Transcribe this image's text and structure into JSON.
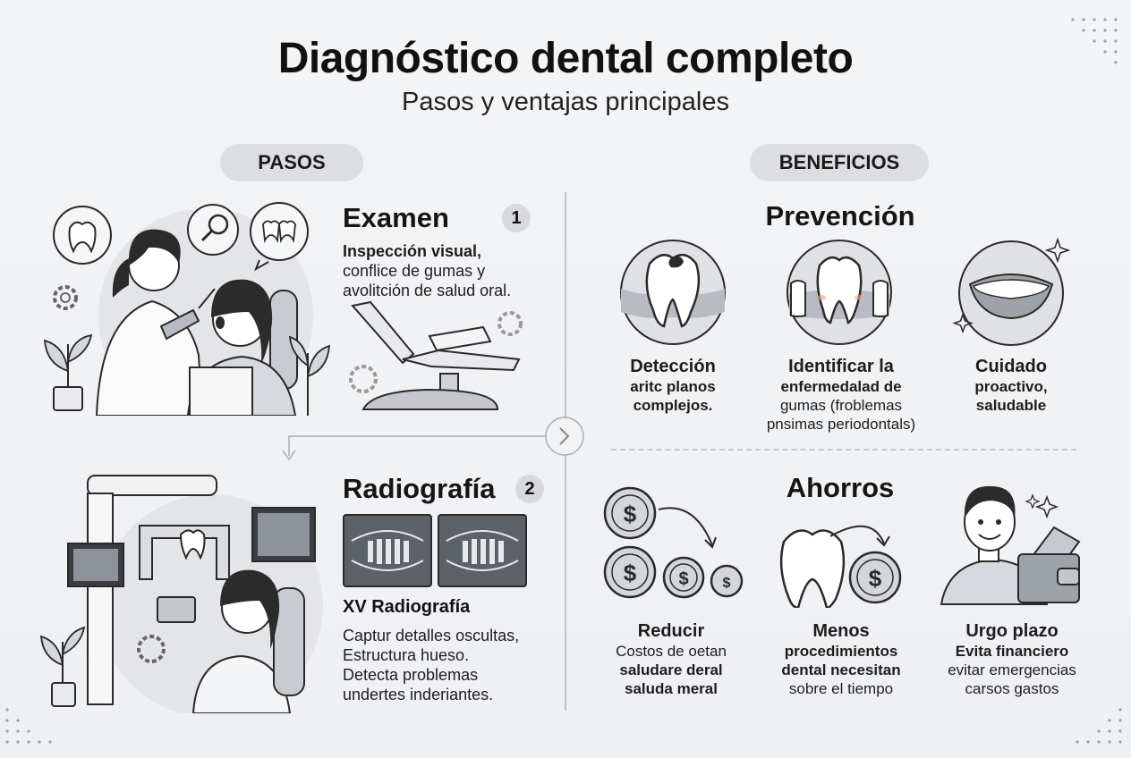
{
  "header": {
    "title": "Diagnóstico dental completo",
    "subtitle": "Pasos y ventajas principales"
  },
  "sections": {
    "left_label": "PASOS",
    "right_label": "BENEFICIOS"
  },
  "steps": [
    {
      "title": "Examen",
      "number": "1",
      "lines": [
        "Inspección visual,",
        "conflice de gumas y",
        "avolitción de salud oral."
      ]
    },
    {
      "title": "Radiografía",
      "number": "2",
      "subheading": "XV Radiografía",
      "lines": [
        "Captur detalles oscultas,",
        "Estructura hueso.",
        "Detecta problemas",
        "undertes inderiantes."
      ]
    }
  ],
  "benefits": {
    "prevention": {
      "title": "Prevención",
      "items": [
        {
          "head": "Detección",
          "lines": [
            "aritc planos",
            "complejos."
          ]
        },
        {
          "head": "Identificar la",
          "lines": [
            "enfermedalad de",
            "gumas (froblemas",
            "pnsimas periodontals)"
          ]
        },
        {
          "head": "Cuidado",
          "lines": [
            "proactivo,",
            "saludable"
          ]
        }
      ]
    },
    "savings": {
      "title": "Ahorros",
      "items": [
        {
          "head": "Reducir",
          "lines": [
            "Costos de oetan",
            "saludare deral",
            "saluda meral"
          ]
        },
        {
          "head": "Menos",
          "lines": [
            "procedimientos",
            "dental necesitan",
            "sobre el tiempo"
          ]
        },
        {
          "head": "Urgo plazo",
          "lines": [
            "Evita financiero",
            "evitar emergencias",
            "carsos gastos"
          ]
        }
      ]
    }
  },
  "icons": {
    "coin_symbol": "$"
  },
  "colors": {
    "background": "#f0f2f4",
    "pill": "#dcdee2",
    "illustration_gray": "#c9ccd1",
    "line": "#2a2a2a"
  }
}
